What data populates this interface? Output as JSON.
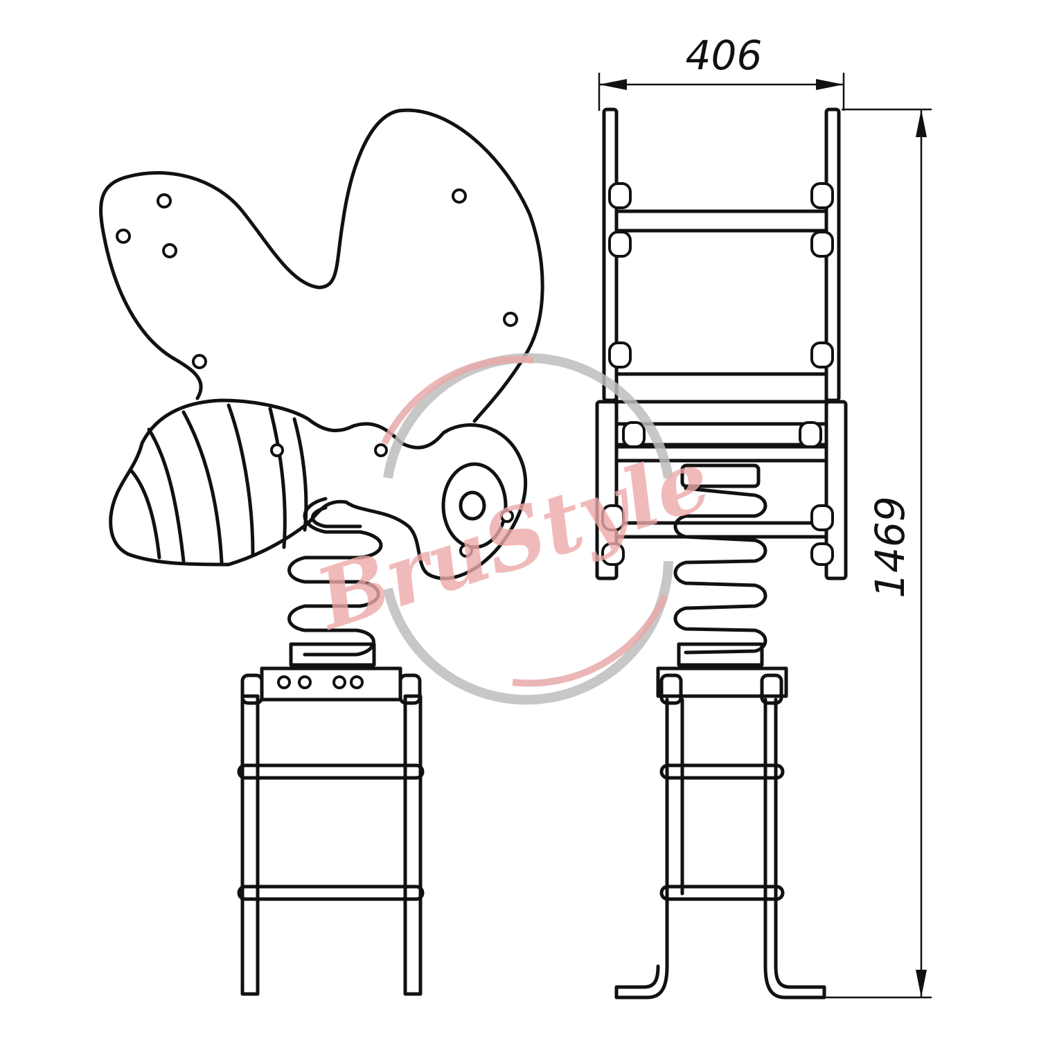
{
  "drawing": {
    "dimension_width": "406",
    "dimension_height": "1469",
    "watermark_text": "BruStyle"
  },
  "colors": {
    "line": "#111111",
    "watermark_red": "#e8a9a9",
    "watermark_gray": "#bdbdbd"
  }
}
